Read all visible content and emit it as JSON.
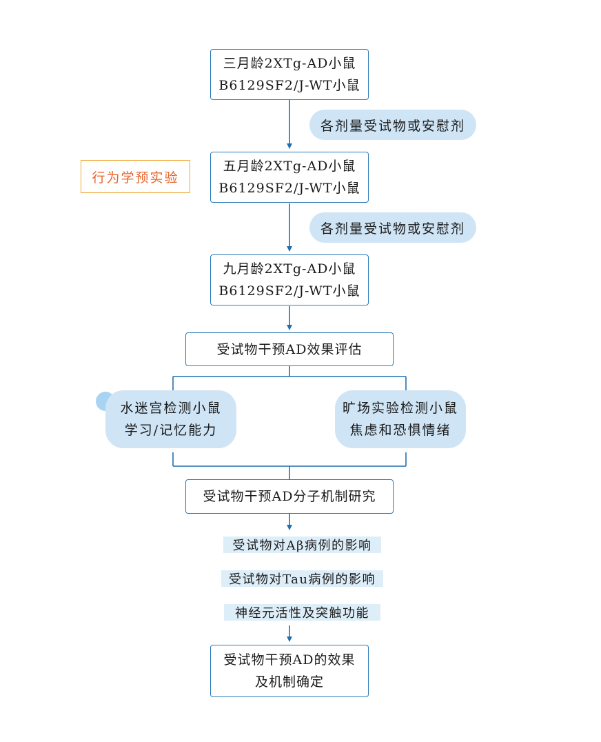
{
  "stages": {
    "three_month": {
      "line1": "三月龄2XTg-AD小鼠",
      "line2": "B6129SF2/J-WT小鼠"
    },
    "five_month": {
      "line1": "五月龄2XTg-AD小鼠",
      "line2": "B6129SF2/J-WT小鼠"
    },
    "nine_month": {
      "line1": "九月龄2XTg-AD小鼠",
      "line2": "B6129SF2/J-WT小鼠"
    }
  },
  "dosing": {
    "first": "各剂量受试物或安慰剂",
    "second": "各剂量受试物或安慰剂"
  },
  "behavior_pretest": "行为学预实验",
  "evaluation": "受试物干预AD效果评估",
  "tests": {
    "water_maze": {
      "line1": "水迷宫检测小鼠",
      "line2": "学习/记忆能力"
    },
    "open_field": {
      "line1": "旷场实验检测小鼠",
      "line2": "焦虑和恐惧情绪"
    }
  },
  "mechanism": "受试物干预AD分子机制研究",
  "effects": [
    "受试物对Aβ病例的影响",
    "受试物对Tau病例的影响",
    "神经元活性及突触功能"
  ],
  "conclusion": {
    "line1": "受试物干预AD的效果",
    "line2": "及机制确定"
  },
  "colors": {
    "line": "#1f6fb0",
    "box_border": "#2a7ab8",
    "pill_fill": "#cfe4f5",
    "note_border": "#f0a830",
    "note_text": "#e8642c",
    "effect_fill": "#ddeef9"
  }
}
